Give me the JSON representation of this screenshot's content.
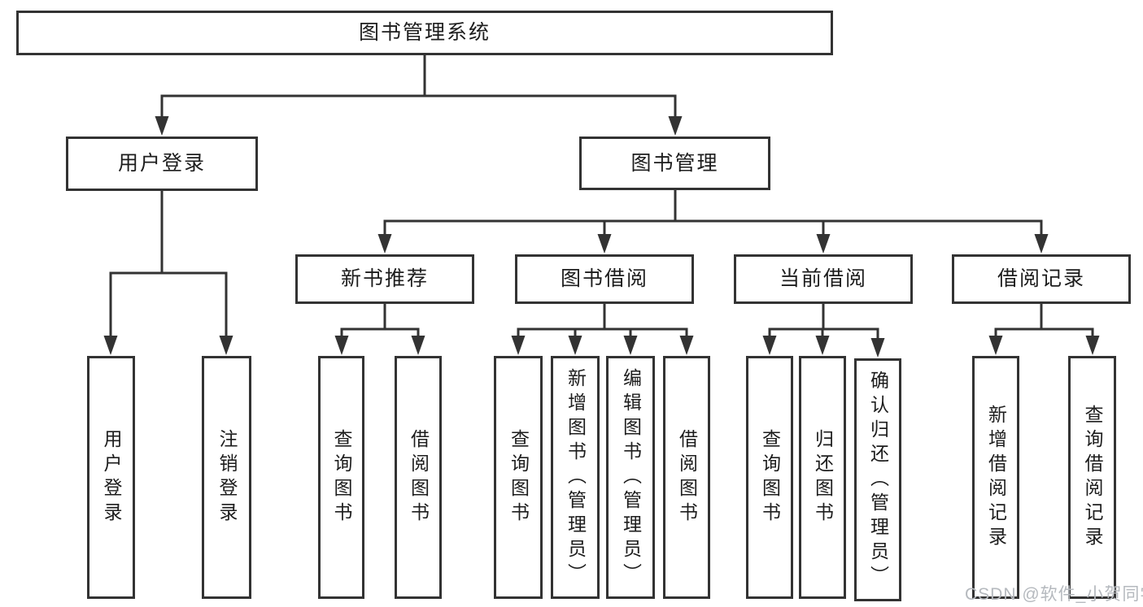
{
  "tree": {
    "root": {
      "label": "图书管理系统",
      "children": [
        {
          "label": "用户登录",
          "children": [
            {
              "label": "用户登录"
            },
            {
              "label": "注销登录"
            }
          ]
        },
        {
          "label": "图书管理",
          "children": [
            {
              "label": "新书推荐",
              "children": [
                {
                  "label": "查询图书"
                },
                {
                  "label": "借阅图书"
                }
              ]
            },
            {
              "label": "图书借阅",
              "children": [
                {
                  "label": "查询图书"
                },
                {
                  "label": "新增图书（管理员）"
                },
                {
                  "label": "编辑图书（管理员）"
                },
                {
                  "label": "借阅图书"
                }
              ]
            },
            {
              "label": "当前借阅",
              "children": [
                {
                  "label": "查询图书"
                },
                {
                  "label": "归还图书"
                },
                {
                  "label": "确认归还（管理员）"
                }
              ]
            },
            {
              "label": "借阅记录",
              "children": [
                {
                  "label": "新增借阅记录"
                },
                {
                  "label": "查询借阅记录"
                }
              ]
            }
          ]
        }
      ]
    }
  },
  "watermark": {
    "text": "CSDN @软件_小贺同学"
  },
  "colors": {
    "line": "#333333",
    "box_border": "#333333",
    "box_fill": "#ffffff",
    "label_text": "#1d1d1d",
    "watermark_text": "#b5b9be",
    "background": "#ffffff"
  }
}
